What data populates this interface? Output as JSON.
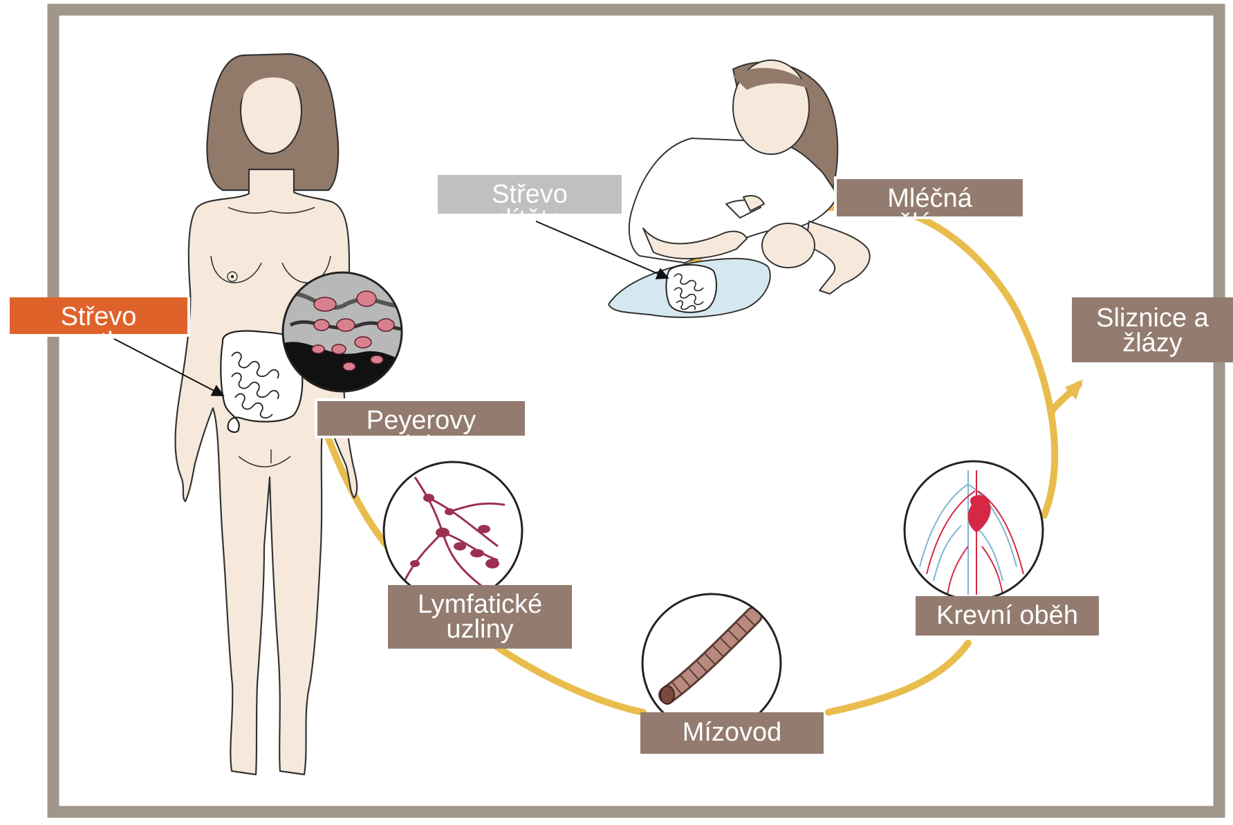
{
  "colors": {
    "frame": "#a0968a",
    "label_brown": "#937c6f",
    "label_gray": "#c0c0c0",
    "label_orange": "#e0622b",
    "pathway": "#e9bd4d",
    "skin": "#f6e9dc",
    "hair": "#927a6b",
    "baby_blanket": "#d5e8f0",
    "lymph": "#9c3050",
    "blood_red": "#d62845",
    "blood_blue": "#7fb6d6",
    "peyer_patch": "#d9808e"
  },
  "labels": {
    "strevo_matky": {
      "lines": [
        "Střevo",
        "matky"
      ]
    },
    "peyerovy_placky": {
      "lines": [
        "Peyerovy",
        "plaky"
      ]
    },
    "lymfaticke_uzliny": {
      "lines": [
        "Lymfatické",
        "uzliny"
      ]
    },
    "mizovod": {
      "lines": [
        "Mízovod"
      ]
    },
    "krevni_obeh": {
      "lines": [
        "Krevní oběh"
      ]
    },
    "sliznice_zlazy": {
      "lines": [
        "Sliznice a",
        "žlázy"
      ]
    },
    "mlecna_zlaza": {
      "lines": [
        "Mléčná",
        "žláza"
      ]
    },
    "strevo_ditete": {
      "lines": [
        "Střevo",
        "dítěte"
      ]
    }
  },
  "icons": {
    "mother_figure": "woman-body-icon",
    "breastfeeding": "breastfeeding-mother-icon",
    "peyer_patches": "peyer-patches-micrograph-icon",
    "lymph_nodes": "lymph-nodes-icon",
    "thoracic_duct": "thoracic-duct-icon",
    "circulation": "circulatory-system-icon"
  }
}
